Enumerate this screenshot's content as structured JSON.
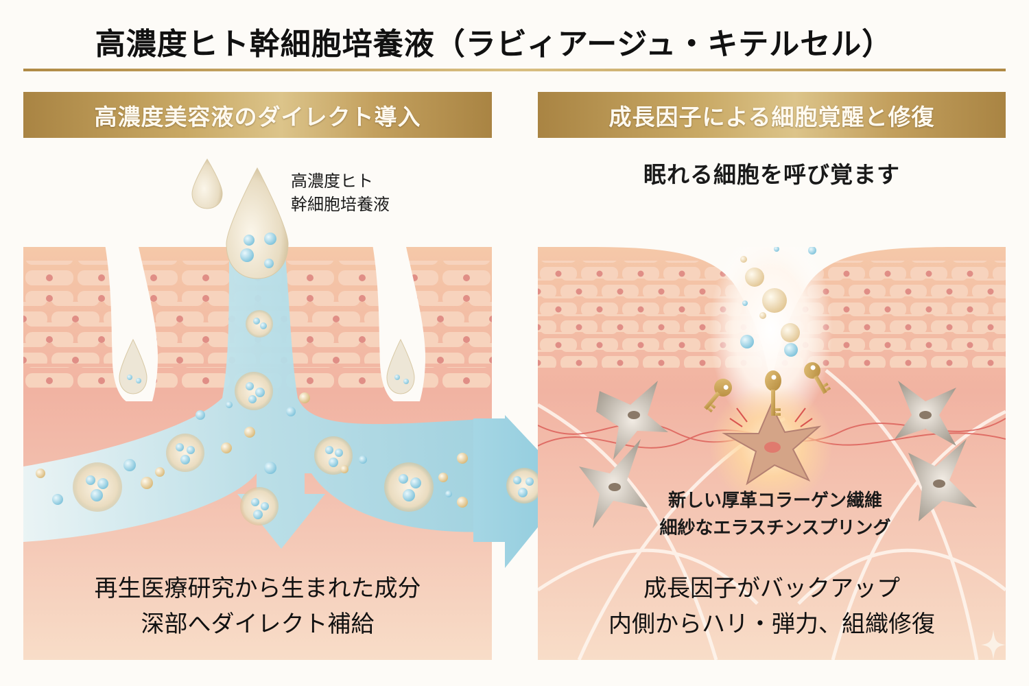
{
  "title": "高濃度ヒト幹細胞培養液（ラビィアージュ・キテルセル）",
  "left_panel": {
    "banner": "高濃度美容液のダイレクト導入",
    "droplet_label": [
      "高濃度ヒト",
      "幹細胞培養液"
    ],
    "caption": [
      "再生医療研究から生まれた成分",
      "深部へダイレクト補給"
    ],
    "icons": [
      "serum-droplet-icon",
      "stem-cell-sphere-icon",
      "down-arrow-icon",
      "flow-arrow-icon"
    ]
  },
  "right_panel": {
    "banner": "成長因子による細胞覚醒と修復",
    "subtitle": "眠れる細胞を呼び覚ます",
    "fiber_label": [
      "新しい厚革コラーゲン繊維",
      "細紗なエラスチンスプリング"
    ],
    "caption": [
      "成長因子がバックアップ",
      "内側からハリ・弾力、組織修復"
    ],
    "icons": [
      "key-icon",
      "fibroblast-icon",
      "activated-cell-icon",
      "bubble-icon"
    ]
  },
  "colors": {
    "gold": "#b8944f",
    "gold_light": "#dcc48a",
    "skin": "#f2b8a6",
    "skin_cell": "#f7d2b8",
    "nucleus": "#e08a84",
    "dermis": "#f6c9b8",
    "flow_blue": "#a9d8e4",
    "bubble_blue": "#9fd3e6",
    "background": "#fdfbf7",
    "fiber_red": "#d9544f"
  }
}
